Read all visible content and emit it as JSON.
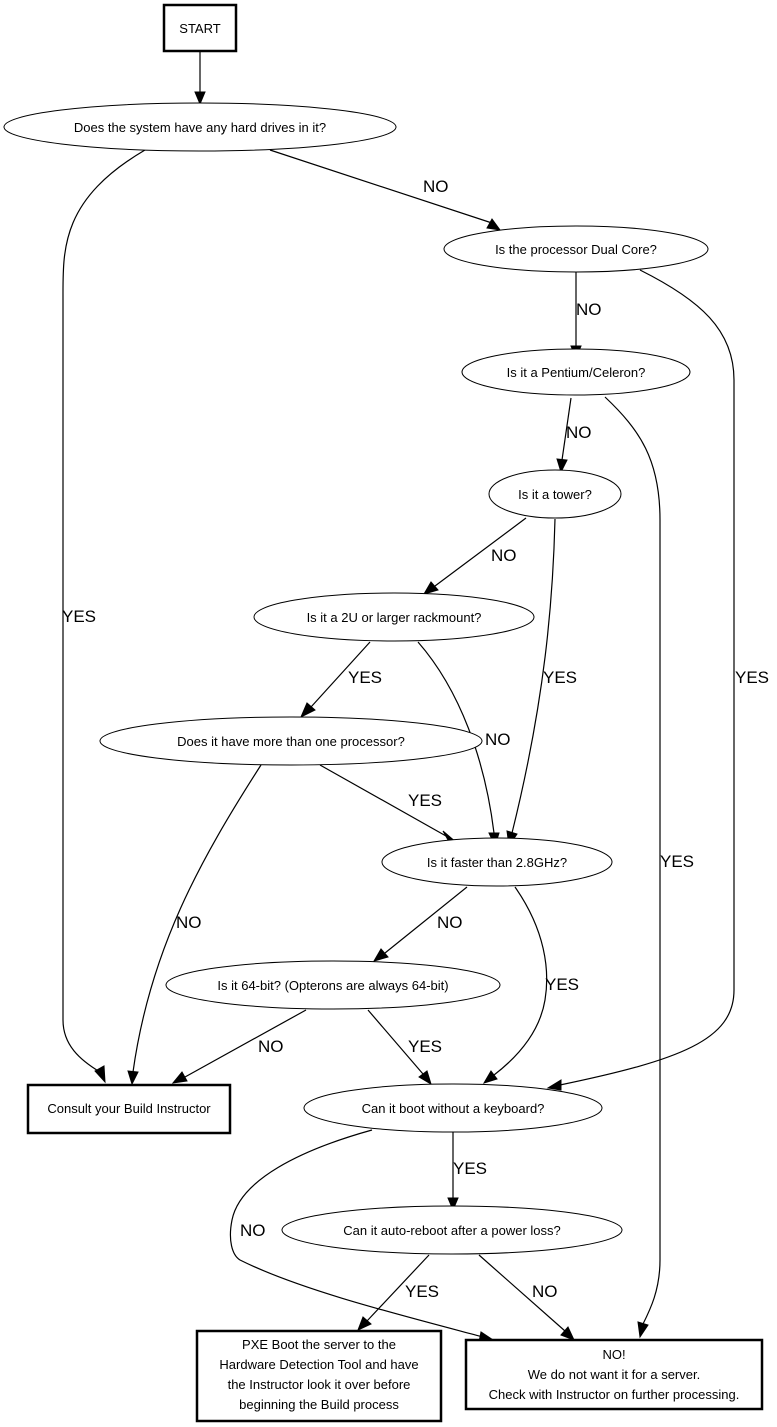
{
  "diagram": {
    "nodes": {
      "start": {
        "label": "START",
        "shape": "box"
      },
      "hard_drives": {
        "label": "Does the system have any hard drives in it?",
        "shape": "ellipse"
      },
      "dual_core": {
        "label": "Is the processor Dual Core?",
        "shape": "ellipse"
      },
      "pentium": {
        "label": "Is it a Pentium/Celeron?",
        "shape": "ellipse"
      },
      "tower": {
        "label": "Is it a tower?",
        "shape": "ellipse"
      },
      "rackmount": {
        "label": "Is it a 2U or larger rackmount?",
        "shape": "ellipse"
      },
      "multi_proc": {
        "label": "Does it have more than one processor?",
        "shape": "ellipse"
      },
      "faster": {
        "label": "Is it faster than 2.8GHz?",
        "shape": "ellipse"
      },
      "bit64": {
        "label": "Is it 64-bit? (Opterons are always 64-bit)",
        "shape": "ellipse"
      },
      "consult": {
        "label": "Consult your Build Instructor",
        "shape": "box"
      },
      "keyboard": {
        "label": "Can it boot without a keyboard?",
        "shape": "ellipse"
      },
      "autoreboot": {
        "label": "Can it auto-reboot after a power loss?",
        "shape": "ellipse"
      },
      "pxe": {
        "lines": [
          "PXE Boot the server to the",
          "Hardware Detection Tool and have",
          "the Instructor look it over before",
          "beginning the Build process"
        ],
        "shape": "box"
      },
      "reject": {
        "lines": [
          "NO!",
          "We do not want it for a server.",
          "Check with Instructor on further processing."
        ],
        "shape": "box"
      }
    },
    "edges": [
      {
        "from": "start",
        "to": "hard_drives",
        "label": ""
      },
      {
        "from": "hard_drives",
        "to": "dual_core",
        "label": "NO"
      },
      {
        "from": "hard_drives",
        "to": "consult",
        "label": "YES"
      },
      {
        "from": "dual_core",
        "to": "pentium",
        "label": "NO"
      },
      {
        "from": "dual_core",
        "to": "keyboard",
        "label": "YES"
      },
      {
        "from": "pentium",
        "to": "tower",
        "label": "NO"
      },
      {
        "from": "pentium",
        "to": "reject",
        "label": "YES"
      },
      {
        "from": "tower",
        "to": "rackmount",
        "label": "NO"
      },
      {
        "from": "tower",
        "to": "faster",
        "label": "YES"
      },
      {
        "from": "rackmount",
        "to": "multi_proc",
        "label": "YES"
      },
      {
        "from": "rackmount",
        "to": "faster",
        "label": "NO"
      },
      {
        "from": "multi_proc",
        "to": "faster",
        "label": "YES"
      },
      {
        "from": "multi_proc",
        "to": "consult",
        "label": "NO"
      },
      {
        "from": "faster",
        "to": "bit64",
        "label": "NO"
      },
      {
        "from": "faster",
        "to": "keyboard",
        "label": "YES"
      },
      {
        "from": "bit64",
        "to": "consult",
        "label": "NO"
      },
      {
        "from": "bit64",
        "to": "keyboard",
        "label": "YES"
      },
      {
        "from": "keyboard",
        "to": "autoreboot",
        "label": "YES"
      },
      {
        "from": "keyboard",
        "to": "reject",
        "label": "NO"
      },
      {
        "from": "autoreboot",
        "to": "pxe",
        "label": "YES"
      },
      {
        "from": "autoreboot",
        "to": "reject",
        "label": "NO"
      }
    ]
  }
}
